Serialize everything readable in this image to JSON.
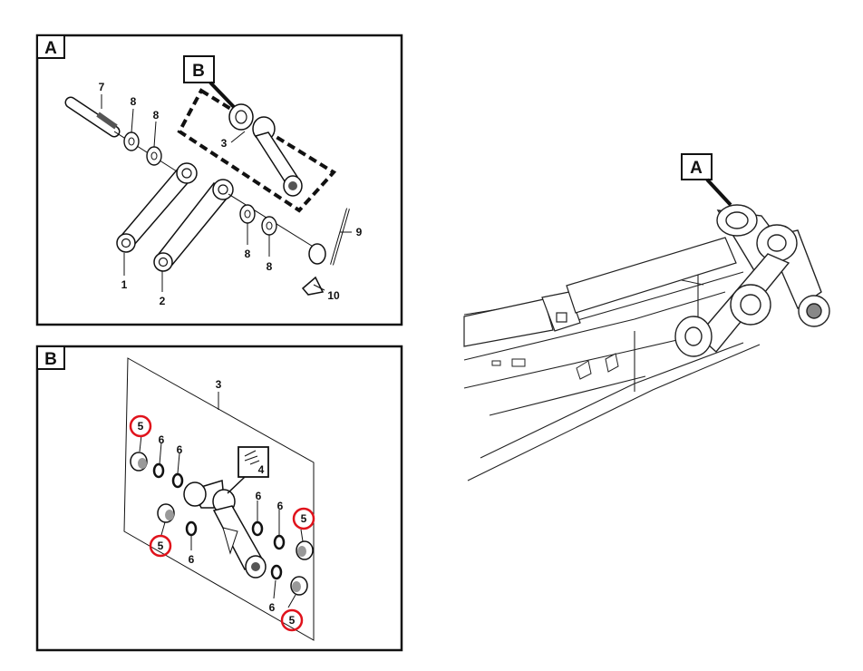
{
  "panels": {
    "a": {
      "label": "A"
    },
    "b": {
      "label": "B"
    }
  },
  "callouts": {
    "a_ref_b": "B",
    "overview_ref_a": "A"
  },
  "panel_a_parts": {
    "p1": "1",
    "p2": "2",
    "p3": "3",
    "p7": "7",
    "p8a": "8",
    "p8b": "8",
    "p8c": "8",
    "p8d": "8",
    "p9": "9",
    "p10": "10"
  },
  "panel_b_parts": {
    "p3": "3",
    "p4": "4",
    "p5a": "5",
    "p5b": "5",
    "p5c": "5",
    "p5d": "5",
    "p6a": "6",
    "p6b": "6",
    "p6c": "6",
    "p6d": "6",
    "p6e": "6",
    "p6f": "6"
  },
  "highlight_color": "#e0121b",
  "line_color": "#111111"
}
